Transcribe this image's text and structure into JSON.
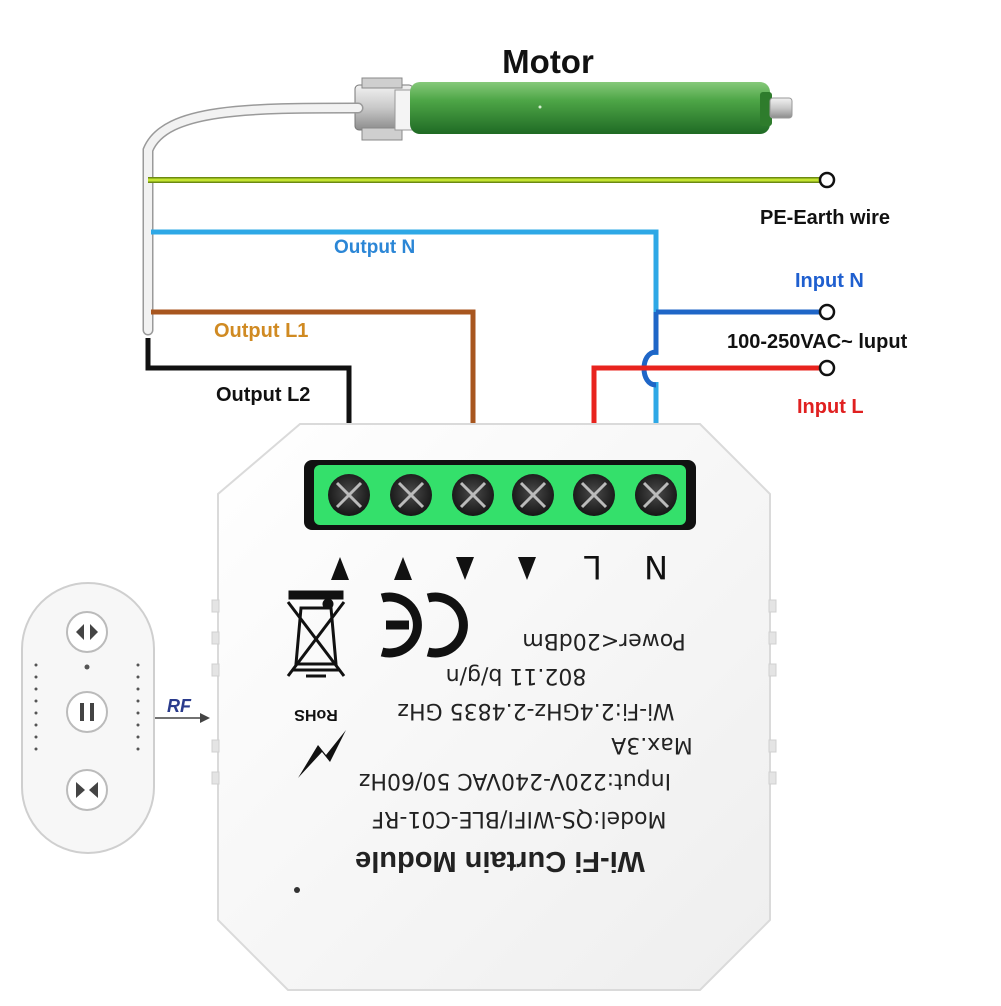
{
  "labels": {
    "motor": "Motor",
    "pe_earth": "PE-Earth wire",
    "output_n": "Output N",
    "output_l1": "Output L1",
    "output_l2": "Output L2",
    "input_n": "Input N",
    "input_voltage": "100-250VAC~ luput",
    "input_l": "Input L",
    "rf": "RF"
  },
  "terminals": {
    "l_label": "L",
    "n_label": "N"
  },
  "module": {
    "rohs": "RoHS",
    "lines": [
      "Power<20dBm",
      "802.11 b/g/n",
      "Wi-Fi:2.4GHz-2.4835 GHz",
      "Max.3A",
      "Input:220V-240VAC 50/60Hz",
      "Model:QS-WIFI/BLE-C01-RF",
      "Wi-Fi Curtain Module"
    ]
  },
  "colors": {
    "earth": "#a6cc1e",
    "neutral_out": "#2ea8e6",
    "neutral_in": "#1f66c7",
    "live_in": "#e8231e",
    "l1": "#a8561f",
    "l2": "#111111",
    "terminal_block": "#33e06a",
    "motor_body": "#3f9a3c",
    "cable": "#e8e8e8",
    "label_blue": "#2b86d6",
    "label_orange": "#d08a22",
    "label_red": "#e02020",
    "label_input_n": "#1f5fcf"
  }
}
